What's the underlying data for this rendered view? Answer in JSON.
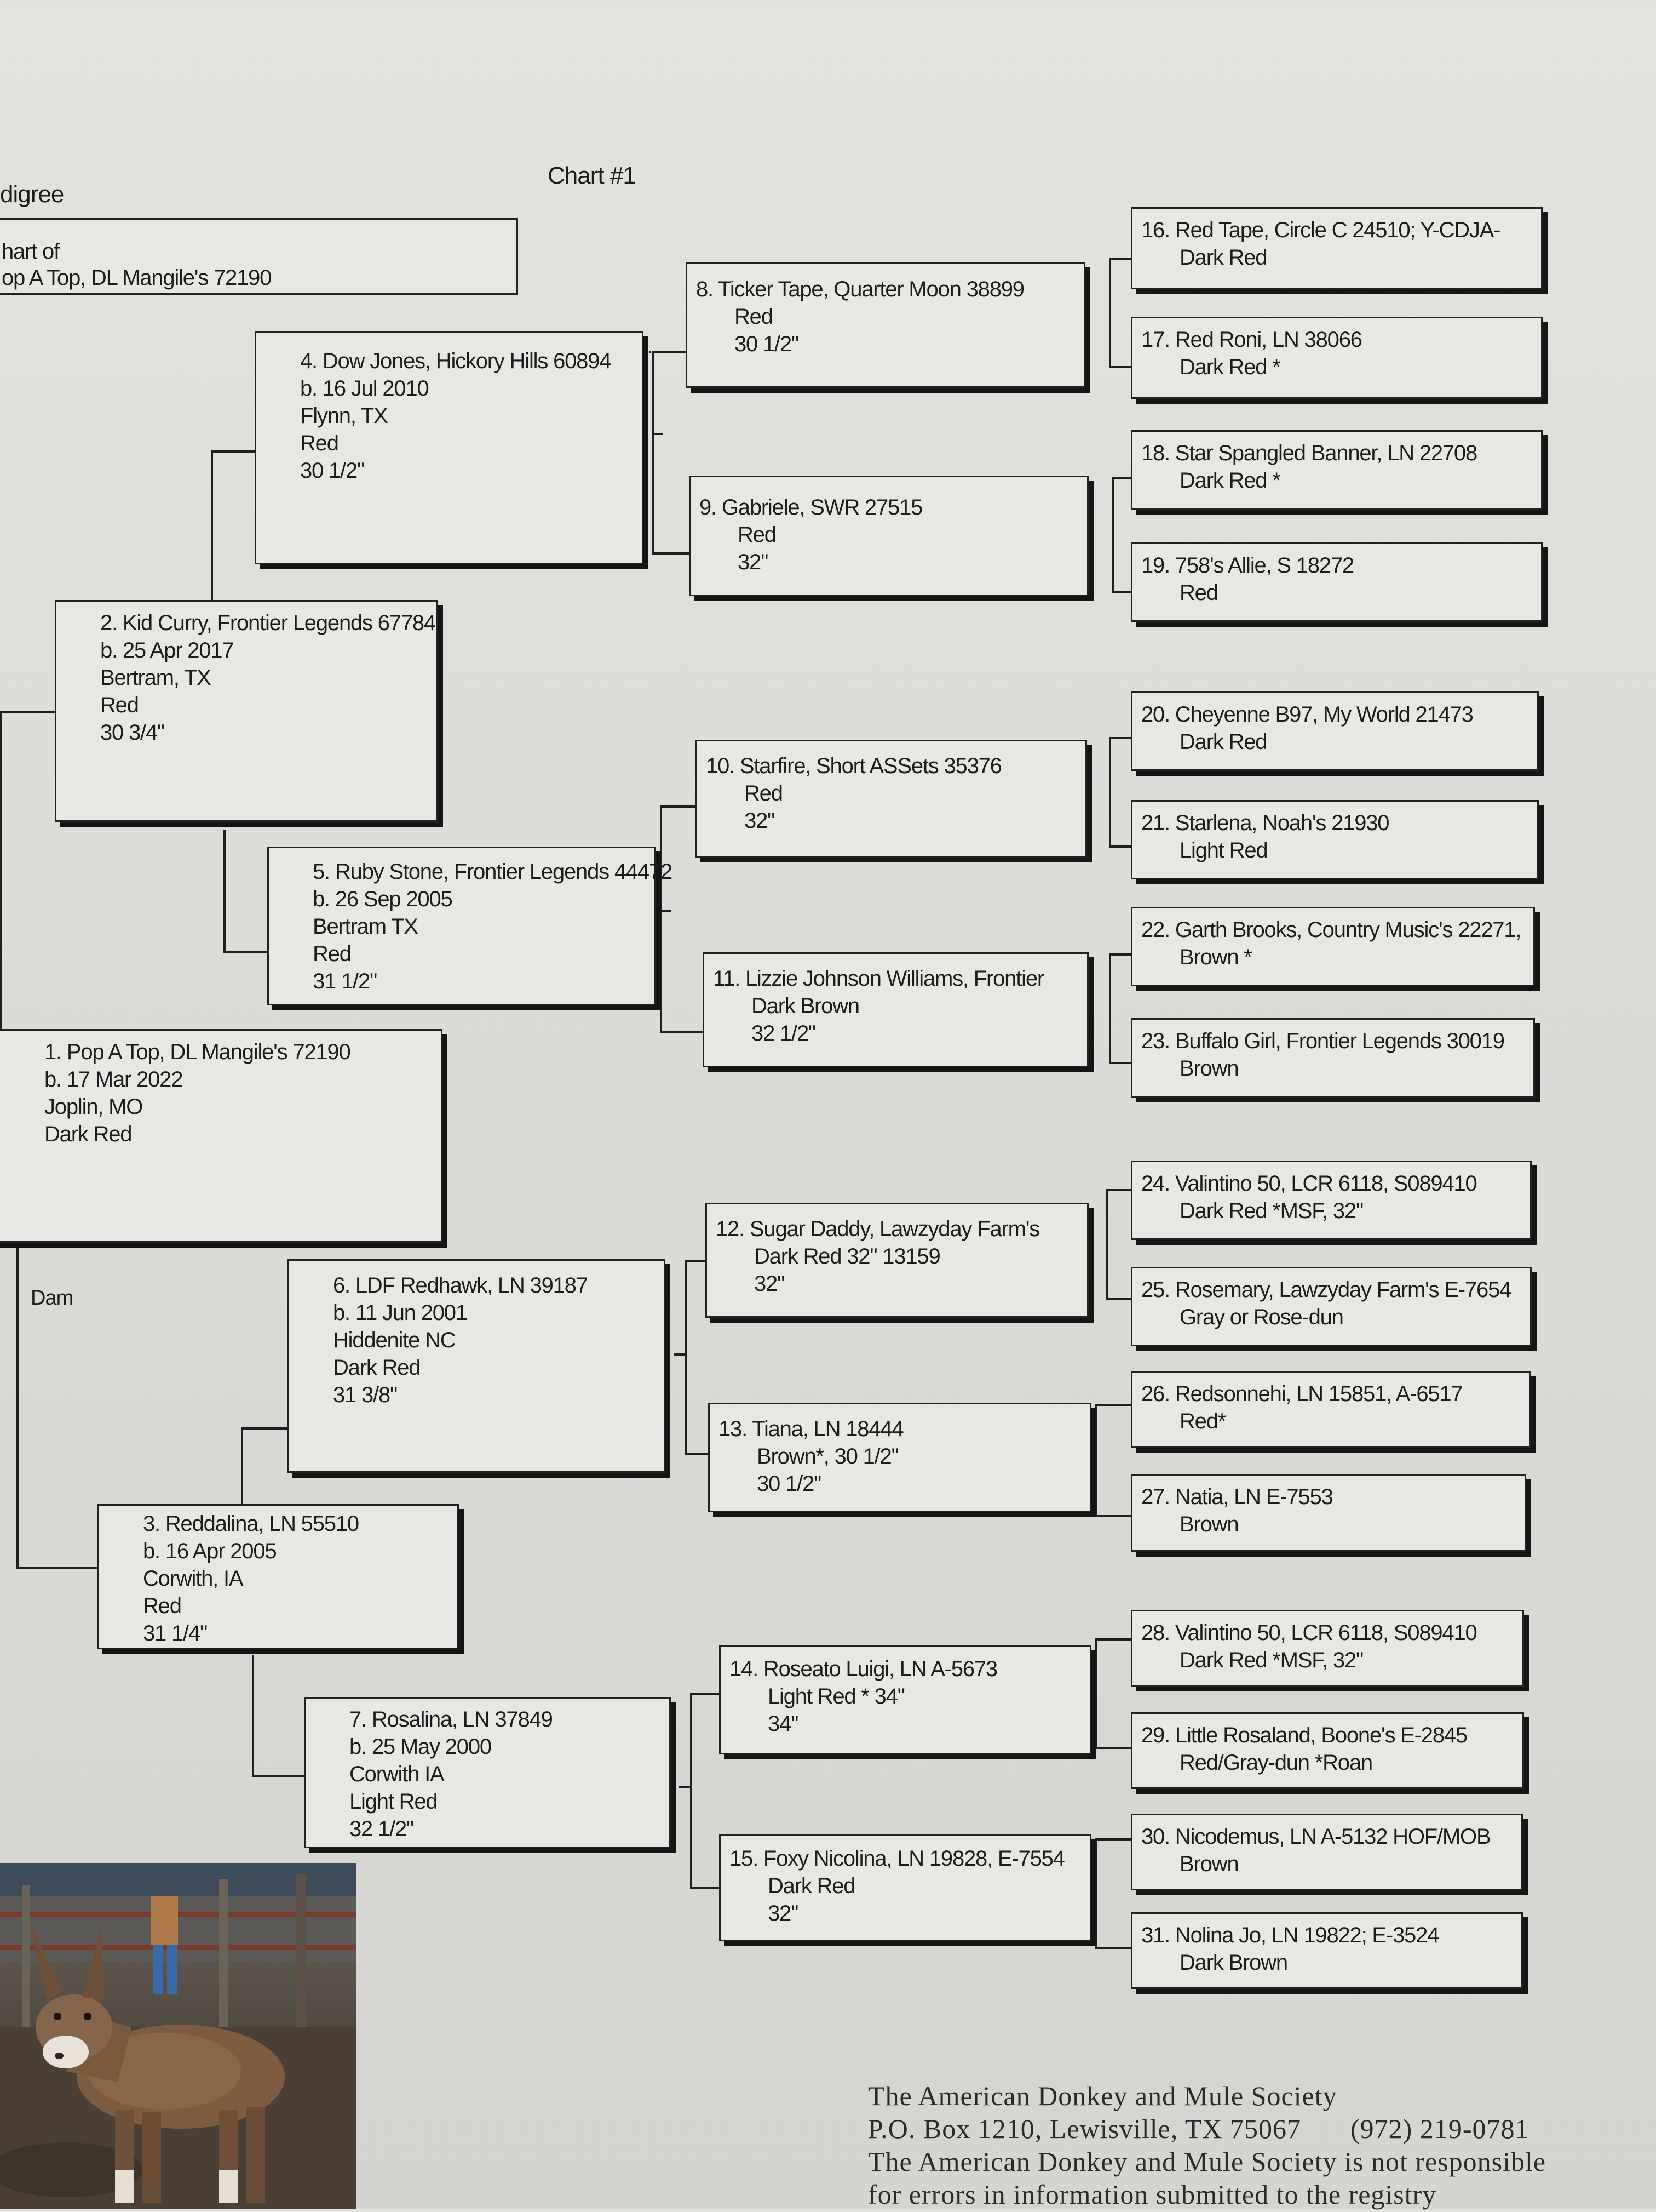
{
  "header": {
    "title_fragment": "digree",
    "chart_label": "Chart #1",
    "chart_of_line1": "hart of",
    "chart_of_line2": "op A Top, DL Mangile's 72190"
  },
  "entries": {
    "e1": [
      "1. Pop A Top, DL Mangile's 72190",
      "b. 17 Mar 2022",
      "Joplin, MO",
      "Dark Red"
    ],
    "e2": [
      "2. Kid Curry, Frontier Legends 67784",
      "b. 25 Apr 2017",
      "Bertram, TX",
      "Red",
      "30 3/4\""
    ],
    "e3": [
      "3. Reddalina, LN 55510",
      "b. 16 Apr 2005",
      "Corwith, IA",
      "Red",
      "31 1/4\""
    ],
    "e4": [
      "4. Dow Jones, Hickory Hills 60894",
      "b. 16 Jul 2010",
      "Flynn, TX",
      "Red",
      "30 1/2\""
    ],
    "e5": [
      "5. Ruby Stone, Frontier Legends 44472",
      "b. 26 Sep 2005",
      "Bertram TX",
      "Red",
      "31 1/2\""
    ],
    "e6": [
      "6. LDF Redhawk, LN 39187",
      "b. 11 Jun 2001",
      "Hiddenite NC",
      "Dark Red",
      "31 3/8\""
    ],
    "e7": [
      "7. Rosalina, LN 37849",
      "b. 25 May 2000",
      "Corwith IA",
      "Light Red",
      "32 1/2\""
    ],
    "e8": [
      "8. Ticker Tape, Quarter Moon 38899",
      "Red",
      "30 1/2\""
    ],
    "e9": [
      "9. Gabriele, SWR 27515",
      "Red",
      "32\""
    ],
    "e10": [
      "10. Starfire, Short ASSets 35376",
      "Red",
      "32\""
    ],
    "e11": [
      "11. Lizzie Johnson Williams, Frontier",
      "Dark Brown",
      "32 1/2\""
    ],
    "e12": [
      "12. Sugar Daddy, Lawzyday Farm's",
      "Dark Red  32\"   13159",
      "32\""
    ],
    "e13": [
      "13. Tiana, LN 18444",
      "Brown*, 30 1/2\"",
      "30 1/2\""
    ],
    "e14": [
      "14. Roseato Luigi, LN A-5673",
      "Light Red *   34\"",
      "34\""
    ],
    "e15": [
      "15. Foxy Nicolina, LN 19828, E-7554",
      "Dark Red",
      "32\""
    ],
    "e16": [
      "16. Red Tape, Circle C 24510; Y-CDJA-",
      "Dark Red"
    ],
    "e17": [
      "17. Red Roni, LN 38066",
      "Dark Red *"
    ],
    "e18": [
      "18. Star Spangled Banner, LN 22708",
      "Dark Red *"
    ],
    "e19": [
      "19. 758's Allie, S 18272",
      "Red"
    ],
    "e20": [
      "20. Cheyenne B97, My World 21473",
      "Dark Red"
    ],
    "e21": [
      "21. Starlena, Noah's 21930",
      "Light Red"
    ],
    "e22": [
      "22. Garth Brooks, Country Music's 22271,",
      "Brown *"
    ],
    "e23": [
      "23. Buffalo Girl, Frontier Legends 30019",
      "Brown"
    ],
    "e24": [
      "24. Valintino 50, LCR 6118, S089410",
      "Dark Red *MSF, 32\""
    ],
    "e25": [
      "25. Rosemary, Lawzyday Farm's E-7654",
      "Gray or Rose-dun"
    ],
    "e26": [
      "26. Redsonnehi, LN 15851, A-6517",
      "Red*"
    ],
    "e27": [
      "27. Natia, LN E-7553",
      "Brown"
    ],
    "e28": [
      "28. Valintino 50, LCR 6118, S089410",
      "Dark Red *MSF, 32\""
    ],
    "e29": [
      "29. Little Rosaland, Boone's E-2845",
      "Red/Gray-dun *Roan"
    ],
    "e30": [
      "30. Nicodemus, LN A-5132 HOF/MOB",
      "Brown"
    ],
    "e31": [
      "31. Nolina Jo, LN 19822; E-3524",
      "Dark Brown"
    ]
  },
  "dam_label": "Dam",
  "footer": {
    "line1": "The American Donkey and Mule Society",
    "line2": "P.O. Box 1210, Lewisville, TX 75067",
    "phone": "(972) 219-0781",
    "line3": "The American Donkey and Mule Society is not responsible",
    "line4": "for errors in information submitted to the registry"
  }
}
